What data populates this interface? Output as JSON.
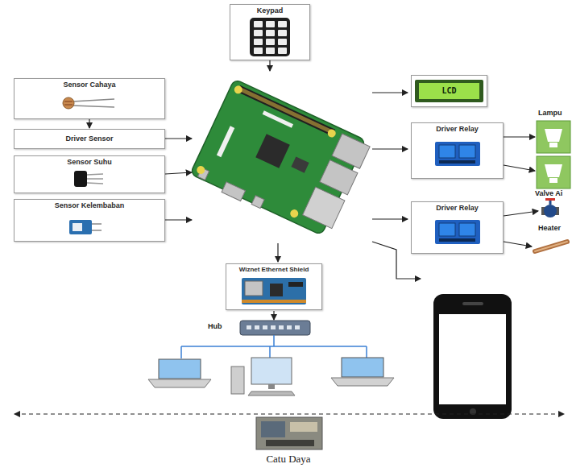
{
  "diagram": {
    "nodes": [
      {
        "text": [
          "Keypad"
        ]
      },
      {
        "text": [
          "Sensor Cahaya"
        ]
      },
      {
        "text": [
          "Driver Sensor"
        ]
      },
      {
        "text": [
          "Sensor Suhu"
        ]
      },
      {
        "text": [
          "Sensor Kelembaban"
        ]
      },
      {
        "text": [
          "LCD"
        ]
      },
      {
        "text": [
          "Driver Relay"
        ]
      },
      {
        "text": [
          "Driver Relay"
        ]
      },
      {
        "text": [
          "Wiznet Ethernet Shield"
        ]
      }
    ],
    "edges": [
      {
        "from": 1,
        "to": 2,
        "arrow": "to"
      }
    ],
    "labels": [
      "Lampu",
      "Valve Ai",
      "Heater",
      "Hub",
      "Catu Daya"
    ]
  }
}
